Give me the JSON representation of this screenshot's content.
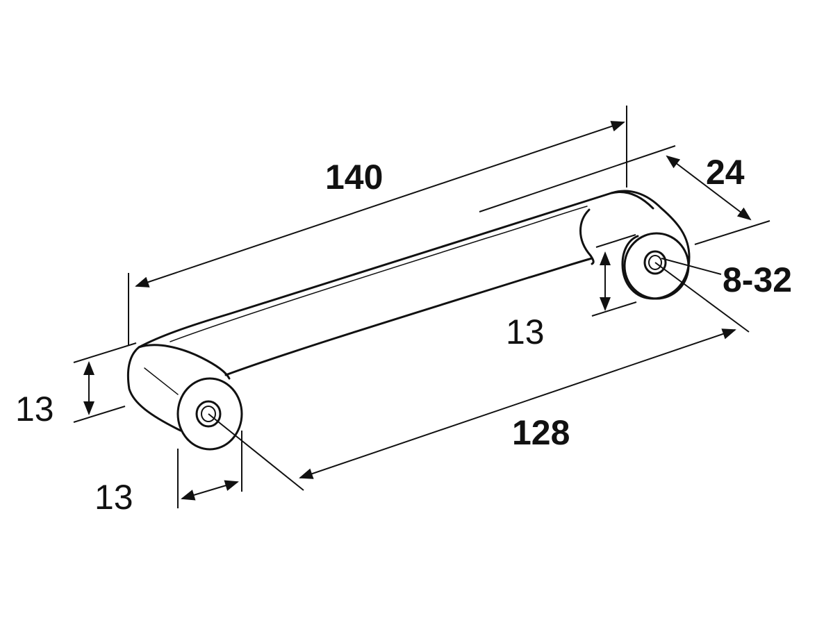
{
  "dimensions": {
    "overall_length": "140",
    "depth": "24",
    "thread": "8-32",
    "inner_height": "13",
    "center_to_center": "128",
    "post_height": "13",
    "post_diameter": "13"
  },
  "colors": {
    "line": "#111111",
    "background": "#ffffff"
  }
}
